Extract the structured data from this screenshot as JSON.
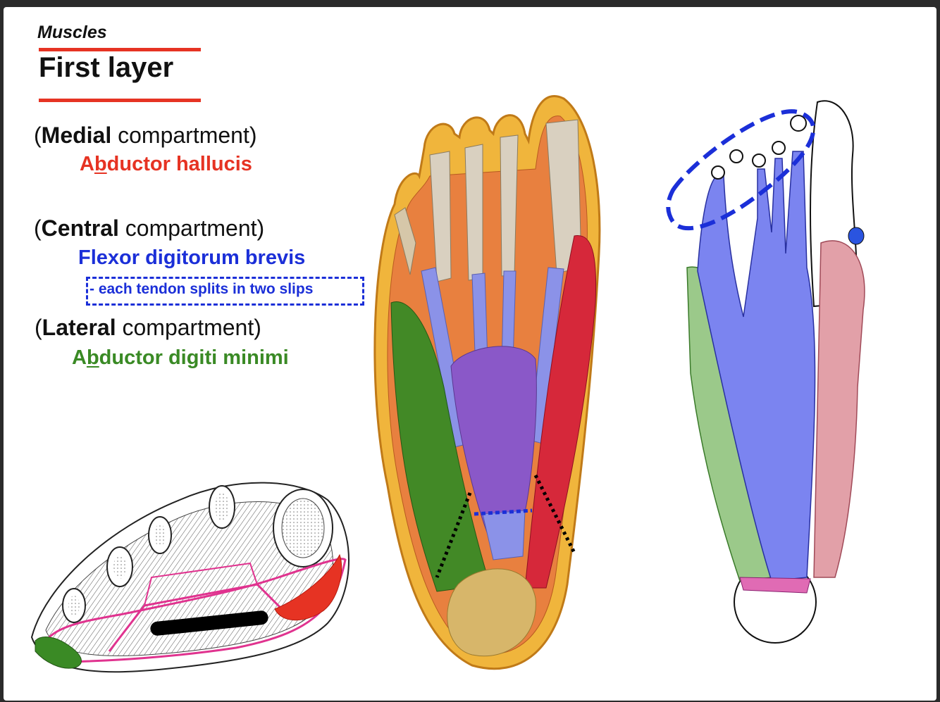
{
  "header": {
    "section_label": "Muscles",
    "title": "First layer"
  },
  "compartments": [
    {
      "open": "(",
      "bold": "Medial",
      "rest": " compartment)",
      "muscle_pre": "A",
      "muscle_ul": "b",
      "muscle_post": "ductor hallucis",
      "color": "#e63323"
    },
    {
      "open": "(",
      "bold": "Central",
      "rest": " compartment)",
      "muscle": "Flexor digitorum brevis",
      "note": "- each tendon splits in two slips",
      "color": "#1b2fd8"
    },
    {
      "open": "(",
      "bold": "Lateral",
      "rest": " compartment)",
      "muscle_pre": "A",
      "muscle_ul": "b",
      "muscle_post": "ductor digiti minimi",
      "color": "#3a8a25"
    }
  ],
  "colors": {
    "accent_red": "#e63323",
    "flexor_blue": "#1b2fd8",
    "abductor_green": "#3a8a25",
    "hallucis_red": "#d6283a"
  },
  "illustrations": [
    "cross-section-diagram",
    "plantar-foot-dissection",
    "plantar-foot-line-drawing"
  ]
}
